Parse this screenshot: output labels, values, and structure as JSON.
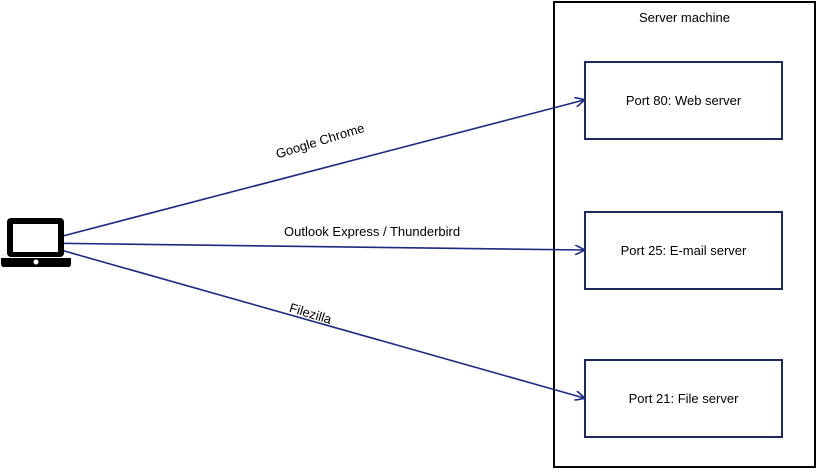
{
  "server": {
    "title": "Server machine"
  },
  "ports": [
    {
      "label": "Port 80: Web server"
    },
    {
      "label": "Port 25: E-mail server"
    },
    {
      "label": "Port 21: File server"
    }
  ],
  "connections": [
    {
      "label": "Google Chrome",
      "to": "Port 80: Web server"
    },
    {
      "label": "Outlook Express / Thunderbird",
      "to": "Port 25: E-mail server"
    },
    {
      "label": "Filezilla",
      "to": "Port 21: File server"
    }
  ],
  "client": {
    "icon": "laptop-icon"
  },
  "colors": {
    "edge": "#1c2a80",
    "port_border": "#1c2a5a",
    "server_border": "#000000"
  }
}
